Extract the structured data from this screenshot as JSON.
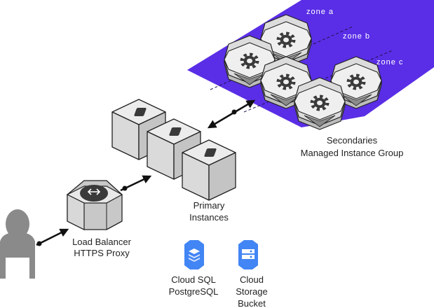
{
  "colors": {
    "zone_plane": "#5a2ee6",
    "cube_top": "#ececec",
    "cube_left": "#dadada",
    "cube_right": "#c4c4c4",
    "outline": "#222222",
    "gcp_blue": "#4285f4",
    "person": "#8a8a8a"
  },
  "zones": {
    "a": "zone a",
    "b": "zone b",
    "c": "zone c"
  },
  "secondaries": {
    "line1": "Secondaries",
    "line2": "Managed Instance Group"
  },
  "primary": {
    "line1": "Primary",
    "line2": "Instances"
  },
  "load_balancer": {
    "line1": "Load Balancer",
    "line2": "HTTPS Proxy"
  },
  "cloud_sql": {
    "line1": "Cloud SQL",
    "line2": "PostgreSQL",
    "icon": "cloud-sql-icon"
  },
  "cloud_storage": {
    "line1": "Cloud",
    "line2": "Storage",
    "line3": "Bucket",
    "icon": "cloud-storage-icon"
  },
  "icons": {
    "user": "person-icon",
    "gear": "gear-icon",
    "balancer": "load-balancer-icon"
  }
}
